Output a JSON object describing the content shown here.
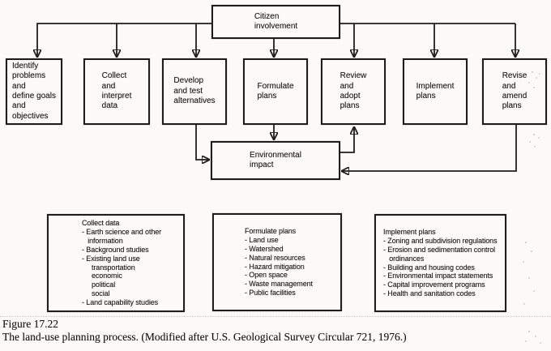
{
  "figure": {
    "top_box": "Citizen\ninvolvement",
    "stages": [
      "Identify\nproblems\nand\ndefine goals\nand\nobjectives",
      "Collect\nand\ninterpret\ndata",
      "Develop\nand test\nalternatives",
      "Formulate\nplans",
      "Review\nand\nadopt\nplans",
      "Implement\nplans",
      "Revise\nand\namend\nplans"
    ],
    "impact_box": "Environmental\nimpact",
    "detail_boxes": [
      "Collect data\n- Earth science and other\n   information\n- Background studies\n- Existing land use\n     transportation\n     economic\n     political\n     social\n- Land capability studies",
      "Formulate plans\n- Land use\n- Watershed\n- Natural resources\n- Hazard mitigation\n- Open space\n- Waste management\n- Public facilities",
      "Implement plans\n- Zoning and subdivision regulations\n- Erosion and sedimentation control\n   ordinances\n- Building and housing codes\n- Environmental impact statements\n- Capital improvement programs\n- Health and sanitation codes"
    ],
    "caption_label": "Figure 17.22",
    "caption_text": "The land-use planning process. (Modified after U.S. Geological Survey Circular 721, 1976.)"
  },
  "colors": {
    "ink": "#1e1e1e",
    "paper": "#fbfaf7"
  }
}
